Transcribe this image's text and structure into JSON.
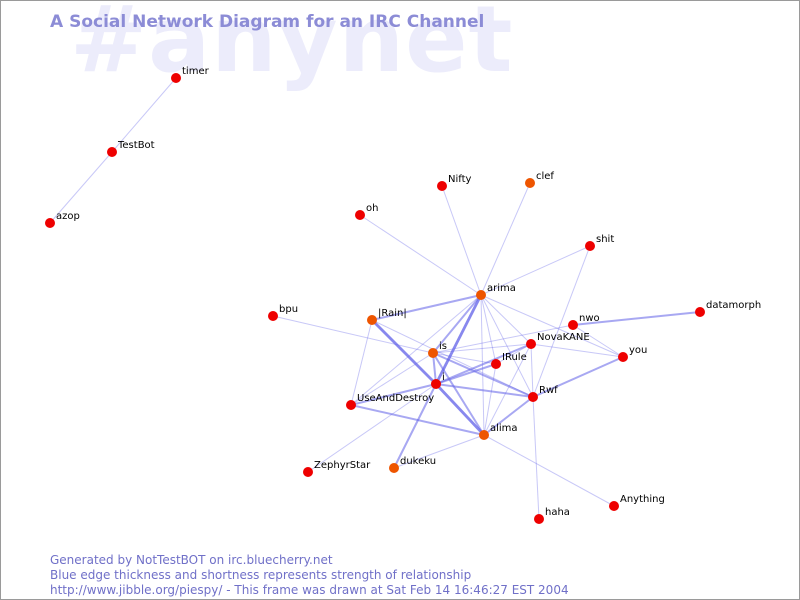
{
  "watermark": "#anynet",
  "title": "A Social Network Diagram for an IRC Channel",
  "footer": {
    "line1": "Generated by NotTestBOT on irc.bluecherry.net",
    "line2": "Blue edge thickness and shortness represents strength of relationship",
    "line3": "http://www.jibble.org/piespy/ - This frame was drawn at Sat Feb 14 16:46:27 EST 2004"
  },
  "colors": {
    "node": "#ee0000",
    "node_alt": "#ee5500",
    "edge": "#6060e8",
    "title": "#8c8cd6"
  },
  "nodes": [
    {
      "id": "timer",
      "label": "timer"
    },
    {
      "id": "TestBot",
      "label": "TestBot"
    },
    {
      "id": "azop",
      "label": "azop"
    },
    {
      "id": "Nifty",
      "label": "Nifty"
    },
    {
      "id": "clef",
      "label": "clef",
      "alt": true
    },
    {
      "id": "oh",
      "label": "oh"
    },
    {
      "id": "shit",
      "label": "shit"
    },
    {
      "id": "arima",
      "label": "arima",
      "alt": true
    },
    {
      "id": "datamorph",
      "label": "datamorph"
    },
    {
      "id": "bpu",
      "label": "bpu"
    },
    {
      "id": "Rain",
      "label": "|Rain|",
      "alt": true
    },
    {
      "id": "nwo",
      "label": "nwo"
    },
    {
      "id": "NovaKANE",
      "label": "NovaKANE"
    },
    {
      "id": "is",
      "label": "is",
      "alt": true
    },
    {
      "id": "you",
      "label": "you"
    },
    {
      "id": "IRule",
      "label": "IRule"
    },
    {
      "id": "i",
      "label": "i"
    },
    {
      "id": "Rwf",
      "label": "Rwf"
    },
    {
      "id": "UseAndDestroy",
      "label": "UseAndDestroy"
    },
    {
      "id": "alima",
      "label": "alima",
      "alt": true
    },
    {
      "id": "dukeku",
      "label": "dukeku",
      "alt": true
    },
    {
      "id": "ZephyrStar",
      "label": "ZephyrStar"
    },
    {
      "id": "Anything",
      "label": "Anything"
    },
    {
      "id": "haha",
      "label": "haha"
    }
  ],
  "edges": [
    {
      "from": "timer",
      "to": "TestBot",
      "weight": 1
    },
    {
      "from": "TestBot",
      "to": "azop",
      "weight": 1
    },
    {
      "from": "Nifty",
      "to": "arima",
      "weight": 1
    },
    {
      "from": "clef",
      "to": "arima",
      "weight": 1
    },
    {
      "from": "oh",
      "to": "arima",
      "weight": 1
    },
    {
      "from": "shit",
      "to": "arima",
      "weight": 1
    },
    {
      "from": "shit",
      "to": "Rwf",
      "weight": 1
    },
    {
      "from": "datamorph",
      "to": "nwo",
      "weight": 2
    },
    {
      "from": "bpu",
      "to": "is",
      "weight": 1
    },
    {
      "from": "arima",
      "to": "Rain",
      "weight": 2
    },
    {
      "from": "arima",
      "to": "is",
      "weight": 2
    },
    {
      "from": "arima",
      "to": "i",
      "weight": 3
    },
    {
      "from": "arima",
      "to": "IRule",
      "weight": 1
    },
    {
      "from": "arima",
      "to": "NovaKANE",
      "weight": 1
    },
    {
      "from": "arima",
      "to": "you",
      "weight": 1
    },
    {
      "from": "arima",
      "to": "Rwf",
      "weight": 1
    },
    {
      "from": "arima",
      "to": "alima",
      "weight": 1
    },
    {
      "from": "arima",
      "to": "UseAndDestroy",
      "weight": 1
    },
    {
      "from": "Rain",
      "to": "i",
      "weight": 3
    },
    {
      "from": "Rain",
      "to": "Rwf",
      "weight": 1
    },
    {
      "from": "Rain",
      "to": "UseAndDestroy",
      "weight": 1
    },
    {
      "from": "nwo",
      "to": "is",
      "weight": 1
    },
    {
      "from": "nwo",
      "to": "you",
      "weight": 1
    },
    {
      "from": "NovaKANE",
      "to": "is",
      "weight": 1
    },
    {
      "from": "NovaKANE",
      "to": "you",
      "weight": 1
    },
    {
      "from": "NovaKANE",
      "to": "i",
      "weight": 2
    },
    {
      "from": "NovaKANE",
      "to": "IRule",
      "weight": 1
    },
    {
      "from": "NovaKANE",
      "to": "Rwf",
      "weight": 1
    },
    {
      "from": "NovaKANE",
      "to": "alima",
      "weight": 1
    },
    {
      "from": "is",
      "to": "i",
      "weight": 2
    },
    {
      "from": "is",
      "to": "IRule",
      "weight": 1
    },
    {
      "from": "is",
      "to": "Rwf",
      "weight": 2
    },
    {
      "from": "is",
      "to": "alima",
      "weight": 2
    },
    {
      "from": "is",
      "to": "UseAndDestroy",
      "weight": 1
    },
    {
      "from": "you",
      "to": "Rwf",
      "weight": 2
    },
    {
      "from": "IRule",
      "to": "i",
      "weight": 2
    },
    {
      "from": "IRule",
      "to": "alima",
      "weight": 1
    },
    {
      "from": "i",
      "to": "Rwf",
      "weight": 2
    },
    {
      "from": "i",
      "to": "alima",
      "weight": 3
    },
    {
      "from": "i",
      "to": "UseAndDestroy",
      "weight": 2
    },
    {
      "from": "i",
      "to": "dukeku",
      "weight": 2
    },
    {
      "from": "Rwf",
      "to": "alima",
      "weight": 2
    },
    {
      "from": "Rwf",
      "to": "haha",
      "weight": 1
    },
    {
      "from": "UseAndDestroy",
      "to": "alima",
      "weight": 2
    },
    {
      "from": "alima",
      "to": "dukeku",
      "weight": 1
    },
    {
      "from": "alima",
      "to": "Anything",
      "weight": 1
    },
    {
      "from": "i",
      "to": "ZephyrStar",
      "weight": 1
    }
  ]
}
